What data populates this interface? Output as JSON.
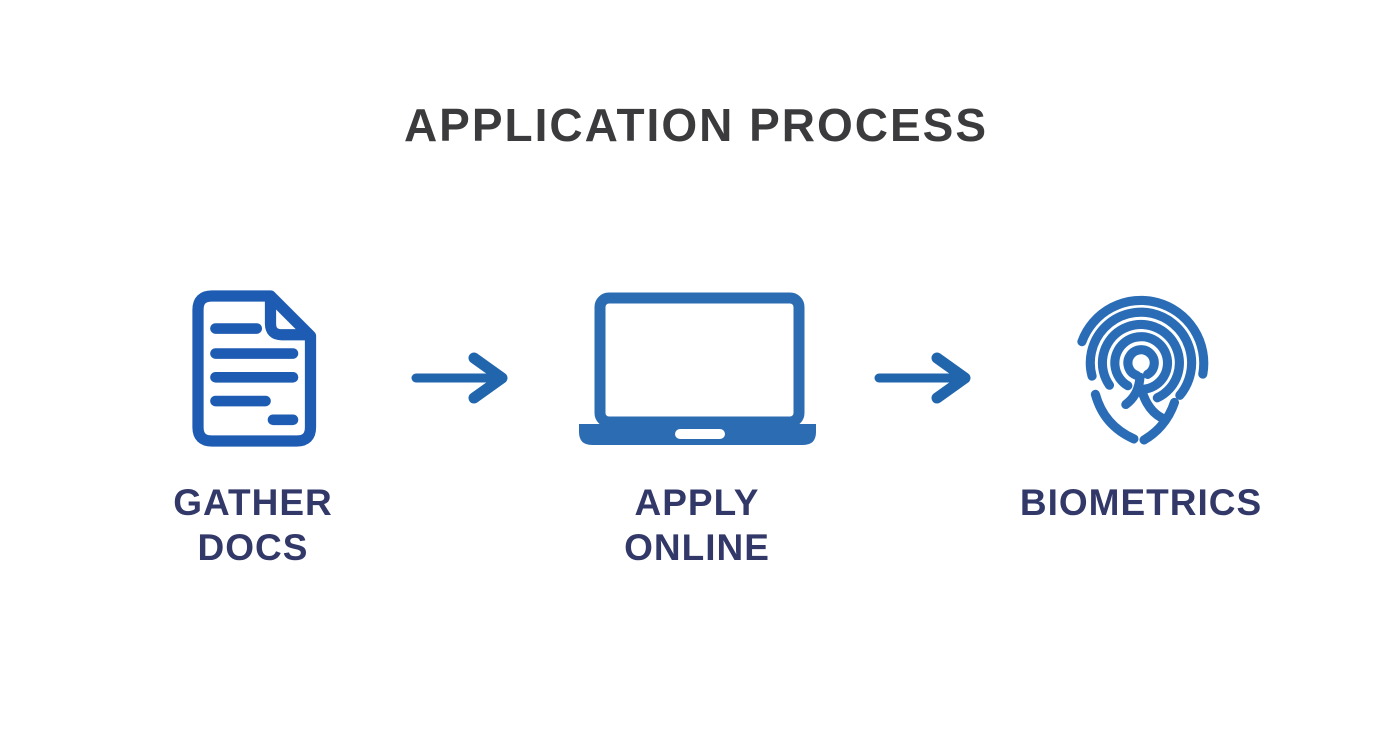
{
  "title": "APPLICATION PROCESS",
  "colors": {
    "background": "#ffffff",
    "title": "#3b3b3d",
    "label": "#323968",
    "doc_icon": "#1e5cb3",
    "laptop_icon": "#2b6cb3",
    "fingerprint_icon": "#2a6db6",
    "arrow": "#2166ad"
  },
  "steps": [
    {
      "id": "gather-docs",
      "icon": "document-icon",
      "label": "GATHER DOCS",
      "label_lines": [
        "GATHER",
        "DOCS"
      ]
    },
    {
      "id": "apply-online",
      "icon": "laptop-icon",
      "label": "APPLY ONLINE",
      "label_lines": [
        "APPLY",
        "ONLINE"
      ]
    },
    {
      "id": "biometrics",
      "icon": "fingerprint-icon",
      "label": "BIOMETRICS",
      "label_lines": [
        "BIOMETRICS"
      ]
    }
  ],
  "connectors": [
    {
      "type": "arrow-right",
      "from": "gather-docs",
      "to": "apply-online"
    },
    {
      "type": "arrow-right",
      "from": "apply-online",
      "to": "biometrics"
    }
  ]
}
